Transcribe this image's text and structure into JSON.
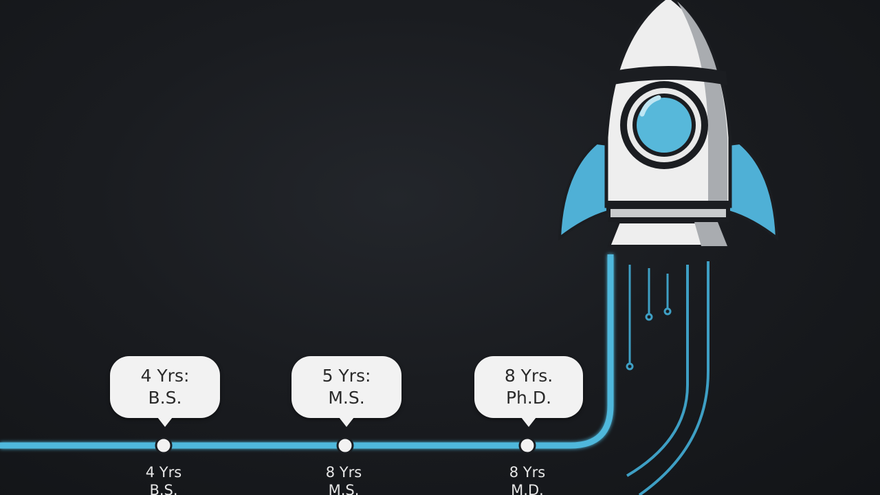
{
  "colors": {
    "background": "#1a1c20",
    "timeline": "#4fb8dc",
    "rocket_body": "#eeeeee",
    "rocket_shade": "#a9acb0",
    "rocket_outline": "#1b1d21",
    "porthole": "#57b8da",
    "fins": "#4fb0d6",
    "bubble_fill": "#f2f2f2"
  },
  "timeline": {
    "milestones": [
      {
        "bubble_line1": "4 Yrs:",
        "bubble_line2": "B.S.",
        "label_line1": "4 Yrs",
        "label_line2": "B.S."
      },
      {
        "bubble_line1": "5 Yrs:",
        "bubble_line2": "M.S.",
        "label_line1": "8 Yrs",
        "label_line2": "M.S."
      },
      {
        "bubble_line1": "8 Yrs.",
        "bubble_line2": "Ph.D.",
        "label_line1": "8 Yrs",
        "label_line2": "M.D."
      }
    ]
  },
  "rocket": {
    "icon": "rocket-icon"
  }
}
